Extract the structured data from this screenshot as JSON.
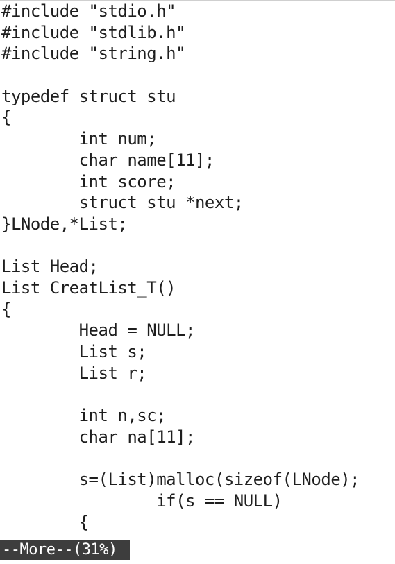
{
  "code_lines": [
    "#include \"stdio.h\"",
    "#include \"stdlib.h\"",
    "#include \"string.h\"",
    "",
    "typedef struct stu",
    "{",
    "        int num;",
    "        char name[11];",
    "        int score;",
    "        struct stu *next;",
    "}LNode,*List;",
    "",
    "List Head;",
    "List CreatList_T()",
    "{",
    "        Head = NULL;",
    "        List s;",
    "        List r;",
    "",
    "        int n,sc;",
    "        char na[11];",
    "",
    "        s=(List)malloc(sizeof(LNode);",
    "                if(s == NULL)",
    "        {"
  ],
  "pager": {
    "status": "--More--(31%)"
  }
}
